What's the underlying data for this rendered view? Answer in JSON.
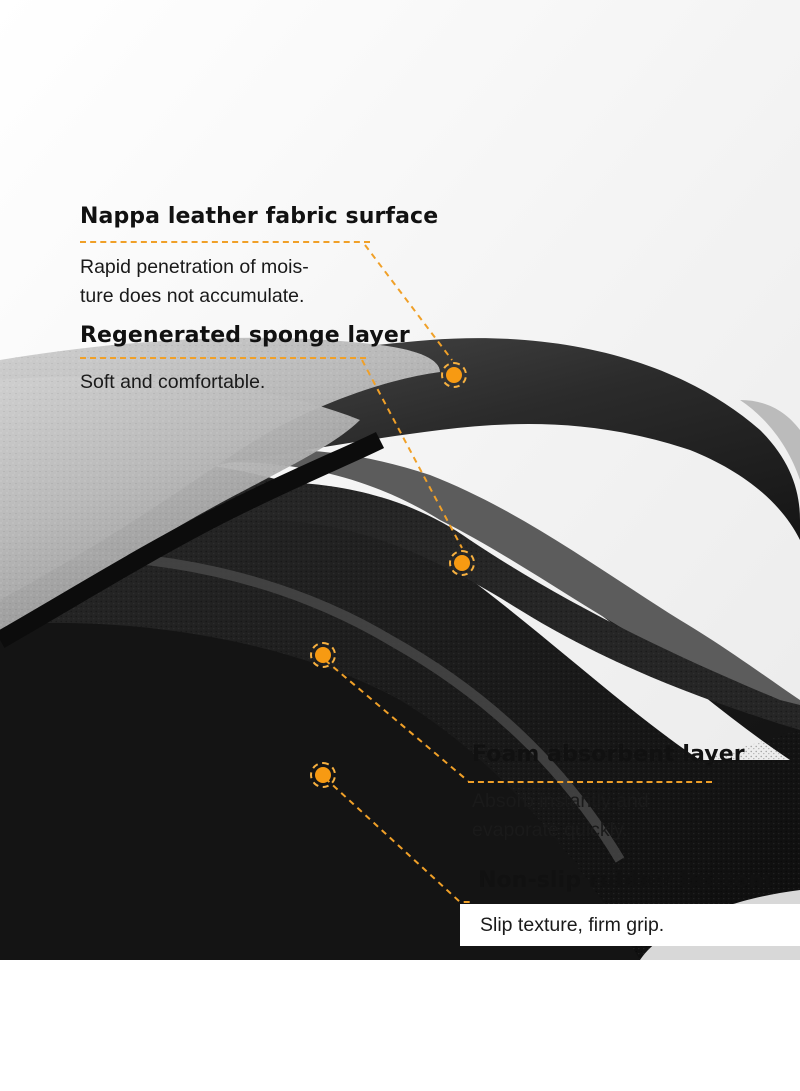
{
  "layers": [
    {
      "title": "Nappa leather fabric surface",
      "description_lines": [
        "Rapid penetration of mois-",
        "ture does not accumulate."
      ],
      "marker_icon": "orange-dot-icon"
    },
    {
      "title": "Regenerated sponge layer",
      "description_lines": [
        "Soft and comfortable."
      ],
      "marker_icon": "orange-dot-icon"
    },
    {
      "title": "Foam absorbent layer",
      "description_lines": [
        "Absorb instantly and",
        "evaporate quickly."
      ],
      "marker_icon": "orange-dot-icon"
    },
    {
      "title": "Non-slip rubber bottom",
      "description_lines": [
        "Slip texture, firm grip."
      ],
      "marker_icon": "orange-dot-icon"
    }
  ],
  "colors": {
    "accent": "#f79a12",
    "text": "#111111",
    "leather": "#3a3a3a",
    "foam": "#1c1c1c",
    "fabric": "#bdbdbd"
  }
}
